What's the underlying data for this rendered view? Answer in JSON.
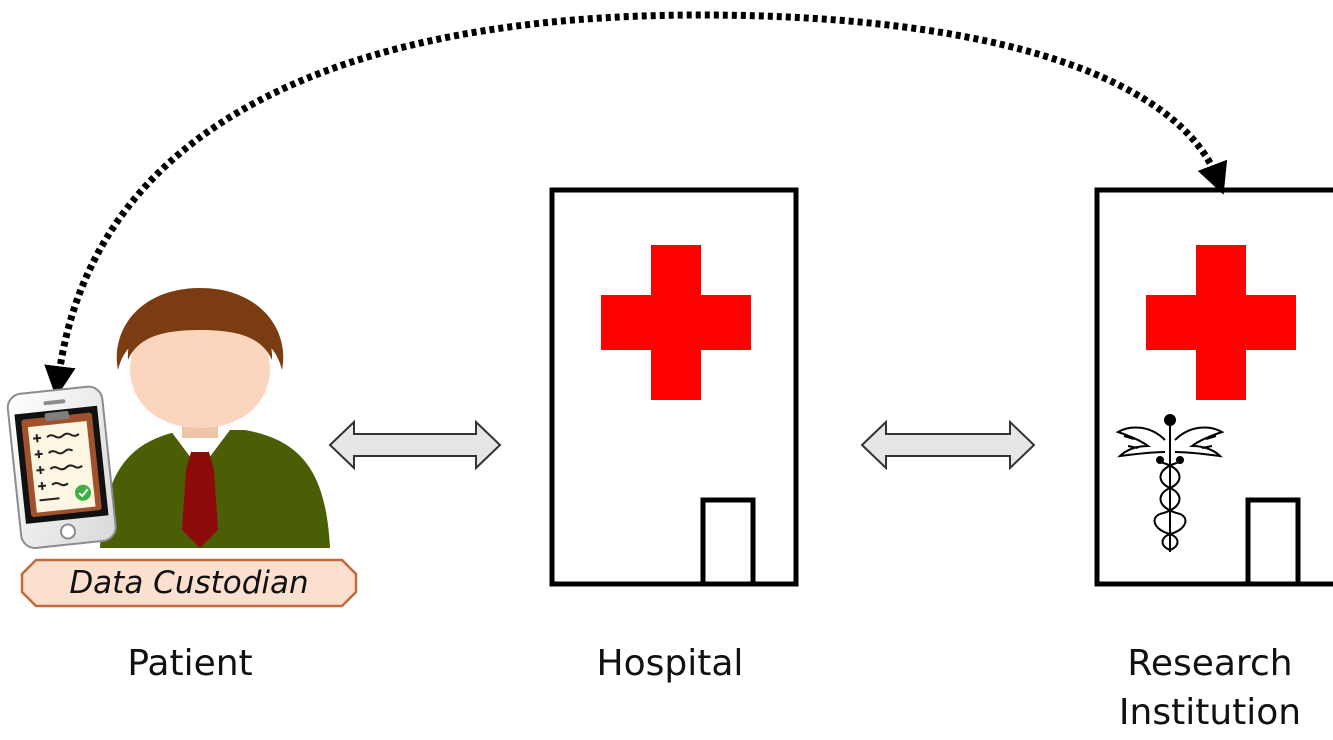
{
  "entities": {
    "patient": {
      "label": "Patient",
      "badge": "Data Custodian"
    },
    "hospital": {
      "label": "Hospital"
    },
    "research": {
      "label_line1": "Research",
      "label_line2": "Institution"
    }
  },
  "colors": {
    "cross": "#ff0000",
    "building_outline": "#000000",
    "suit": "#4a5e06",
    "hair": "#7a3c10",
    "skin": "#fbd5bd",
    "tie": "#8b0a0a",
    "badge_fill": "#fbe0d0",
    "badge_border": "#c46a3a",
    "arrow_fill": "#e6e6e6",
    "arrow_stroke": "#333333"
  },
  "icons": [
    "patient-avatar-icon",
    "phone-clipboard-icon",
    "check-icon",
    "red-cross-icon",
    "caduceus-icon",
    "door-icon",
    "double-arrow-icon",
    "dotted-arrow-icon"
  ]
}
